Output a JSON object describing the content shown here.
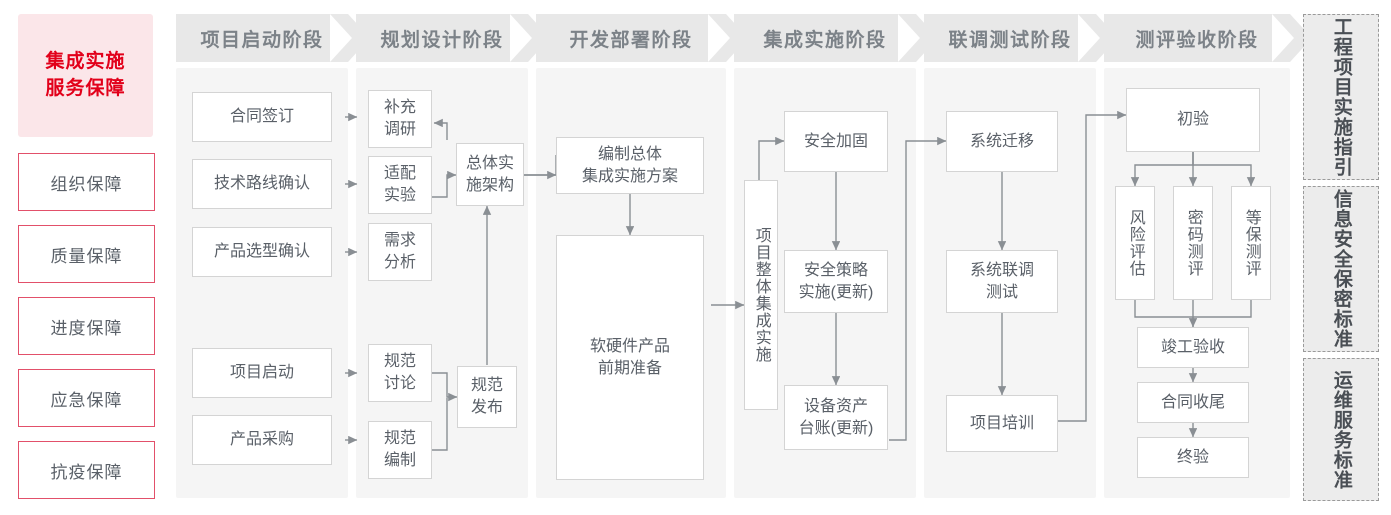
{
  "left_panel": {
    "title": "集成实施\n服务保障",
    "title_line1": "集成实施",
    "title_line2": "服务保障",
    "accent_color": "#e2001a",
    "border_color": "#e2506a",
    "items": [
      {
        "label": "组织保障"
      },
      {
        "label": "质量保障"
      },
      {
        "label": "进度保障"
      },
      {
        "label": "应急保障"
      },
      {
        "label": "抗疫保障"
      }
    ]
  },
  "phases": [
    {
      "header": "项目启动阶段",
      "nodes": [
        {
          "label": "合同签订"
        },
        {
          "label": "技术路线确认"
        },
        {
          "label": "产品选型确认"
        },
        {
          "label": "项目启动"
        },
        {
          "label": "产品采购"
        }
      ]
    },
    {
      "header": "规划设计阶段",
      "nodes": [
        {
          "label": "补充\n调研",
          "l1": "补充",
          "l2": "调研"
        },
        {
          "label": "适配\n实验",
          "l1": "适配",
          "l2": "实验"
        },
        {
          "label": "需求\n分析",
          "l1": "需求",
          "l2": "分析"
        },
        {
          "label": "规范\n讨论",
          "l1": "规范",
          "l2": "讨论"
        },
        {
          "label": "规范\n编制",
          "l1": "规范",
          "l2": "编制"
        },
        {
          "label": "总体实\n施架构",
          "l1": "总体实",
          "l2": "施架构"
        },
        {
          "label": "规范\n发布",
          "l1": "规范",
          "l2": "发布"
        }
      ]
    },
    {
      "header": "开发部署阶段",
      "nodes": [
        {
          "label": "编制总体\n集成实施方案",
          "l1": "编制总体",
          "l2": "集成实施方案"
        },
        {
          "label": "软硬件产品\n前期准备",
          "l1": "软硬件产品",
          "l2": "前期准备"
        }
      ]
    },
    {
      "header": "集成实施阶段",
      "nodes": [
        {
          "label": "项目整体集成实施"
        },
        {
          "label": "安全加固"
        },
        {
          "label": "安全策略\n实施(更新)",
          "l1": "安全策略",
          "l2": "实施(更新)"
        },
        {
          "label": "设备资产\n台账(更新)",
          "l1": "设备资产",
          "l2": "台账(更新)"
        }
      ]
    },
    {
      "header": "联调测试阶段",
      "nodes": [
        {
          "label": "系统迁移"
        },
        {
          "label": "系统联调\n测试",
          "l1": "系统联调",
          "l2": "测试"
        },
        {
          "label": "项目培训"
        }
      ]
    },
    {
      "header": "测评验收阶段",
      "nodes": [
        {
          "label": "初验"
        },
        {
          "label": "风险评估"
        },
        {
          "label": "密码测评"
        },
        {
          "label": "等保测评"
        },
        {
          "label": "竣工验收"
        },
        {
          "label": "合同收尾"
        },
        {
          "label": "终验"
        }
      ]
    }
  ],
  "right_panel": {
    "items": [
      {
        "label": "工程项目实施指引"
      },
      {
        "label": "信息安全保密标准"
      },
      {
        "label": "运维服务标准"
      }
    ]
  },
  "colors": {
    "panel_bg": "#f5f5f5",
    "header_bg": "#e8e8e8",
    "header_text": "#7c8288",
    "node_border": "#d4d4d4",
    "node_text": "#5a6068",
    "wire": "#8a8f94",
    "accent_red": "#e2001a"
  }
}
